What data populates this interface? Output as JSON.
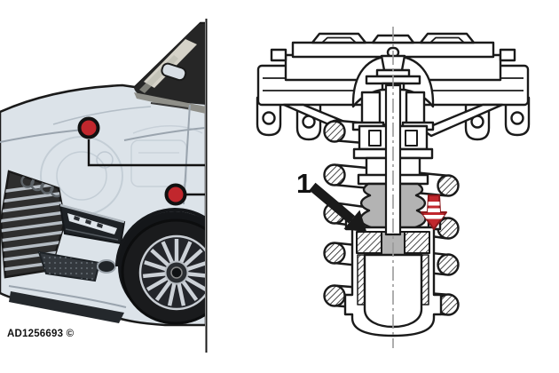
{
  "figure": {
    "id_label": "AD1256693 ©"
  },
  "left_panel": {
    "name": "vehicle-front-three-quarter-view",
    "markers": [
      {
        "name": "hood-component-marker"
      },
      {
        "name": "fender-component-marker"
      }
    ]
  },
  "right_panel": {
    "name": "suspension-strut-cross-section",
    "callout_label": "1"
  },
  "colors": {
    "marker_red": "#c1272d",
    "arrow_red": "#c1272d",
    "arrow_red_dark": "#8c181c",
    "bellows_gray": "#b3b3b3",
    "line_ink": "#1a1a1a",
    "car_body": "#dce3e9",
    "glass_dark": "#262626",
    "centerline_gray": "#999999"
  }
}
